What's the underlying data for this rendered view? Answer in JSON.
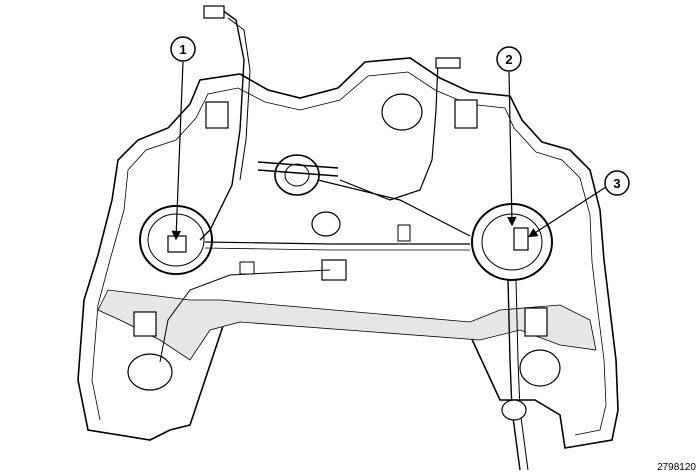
{
  "callouts": [
    {
      "label": "1"
    },
    {
      "label": "2"
    },
    {
      "label": "3"
    }
  ],
  "figure_id": "2798120",
  "colors": {
    "line": "#000000",
    "fill": "#ffffff",
    "shade": "#d9d9d9"
  }
}
